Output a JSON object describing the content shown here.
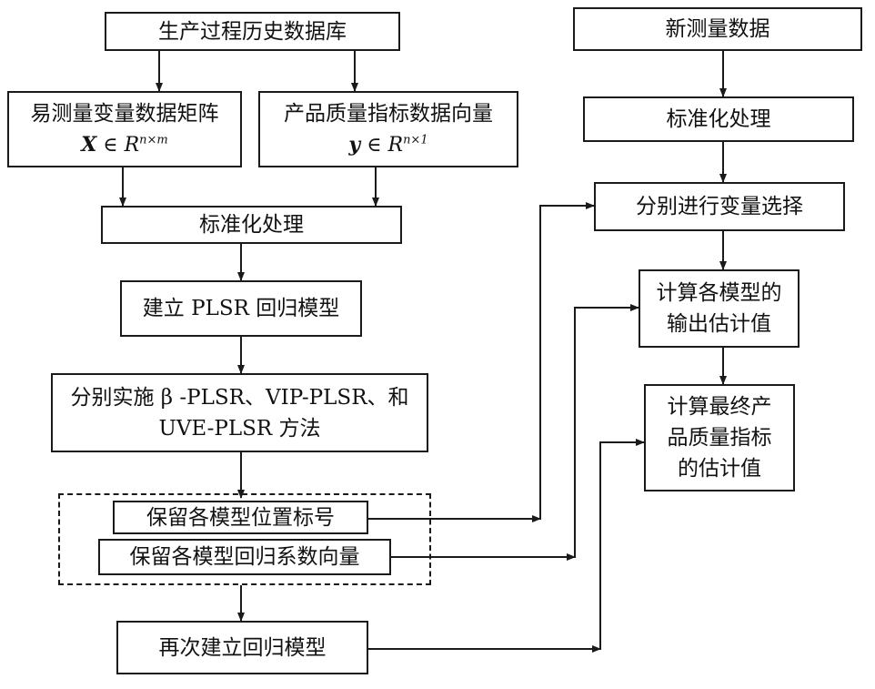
{
  "nodes": {
    "history_db": {
      "label": "生产过程历史数据库"
    },
    "easy_matrix": {
      "label": "易测量变量数据矩阵",
      "math_symbol": "X",
      "math_relation": "∈",
      "math_set": "R",
      "math_exp": "n×m"
    },
    "quality_vector": {
      "label": "产品质量指标数据向量",
      "math_symbol": "y",
      "math_relation": "∈",
      "math_set": "R",
      "math_exp": "n×1"
    },
    "standardize_left": {
      "label": "标准化处理"
    },
    "build_plsr": {
      "label": "建立 PLSR 回归模型"
    },
    "methods": {
      "line1": "分别实施 β -PLSR、VIP-PLSR、和",
      "line2": "UVE-PLSR 方法"
    },
    "keep_positions": {
      "label": "保留各模型位置标号"
    },
    "keep_coefficients": {
      "label": "保留各模型回归系数向量"
    },
    "rebuild": {
      "label": "再次建立回归模型"
    },
    "new_data": {
      "label": "新测量数据"
    },
    "standardize_right": {
      "label": "标准化处理"
    },
    "variable_select": {
      "label": "分别进行变量选择"
    },
    "calc_outputs": {
      "line1": "计算各模型的",
      "line2": "输出估计值"
    },
    "calc_final": {
      "line1": "计算最终产",
      "line2": "品质量指标",
      "line3": "的估计值"
    }
  },
  "style": {
    "line_color": "#1a1a1a",
    "box_border": "#1a1a1a",
    "background": "#ffffff"
  }
}
